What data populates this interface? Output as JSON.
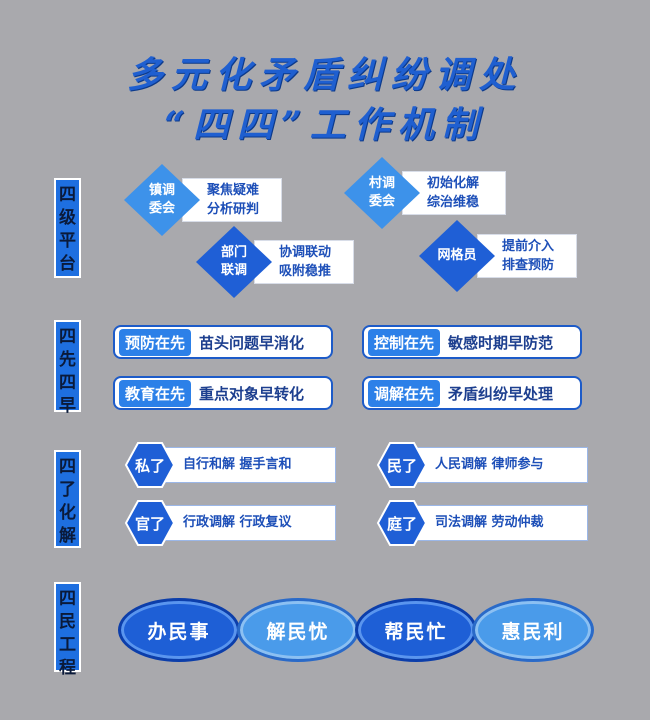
{
  "title": {
    "line1": "多元化矛盾纠纷调处",
    "line2": "“四四”工作机制"
  },
  "sections": {
    "platform": {
      "label": "四级平台",
      "items": [
        {
          "tag_line1": "镇调",
          "tag_line2": "委会",
          "text_line1": "聚焦疑难",
          "text_line2": "分析研判"
        },
        {
          "tag_line1": "村调",
          "tag_line2": "委会",
          "text_line1": "初始化解",
          "text_line2": "综治维稳"
        },
        {
          "tag_line1": "部门",
          "tag_line2": "联调",
          "text_line1": "协调联动",
          "text_line2": "吸附稳推"
        },
        {
          "tag_line1": "网格员",
          "tag_line2": "",
          "text_line1": "提前介入",
          "text_line2": "排查预防"
        }
      ]
    },
    "four_first": {
      "label": "四先四早",
      "items": [
        {
          "tag": "预防在先",
          "text": "苗头问题早消化"
        },
        {
          "tag": "控制在先",
          "text": "敏感时期早防范"
        },
        {
          "tag": "教育在先",
          "text": "重点对象早转化"
        },
        {
          "tag": "调解在先",
          "text": "矛盾纠纷早处理"
        }
      ]
    },
    "resolve": {
      "label": "四了化解",
      "items": [
        {
          "tag": "私了",
          "text": "自行和解   握手言和"
        },
        {
          "tag": "民了",
          "text": "人民调解   律师参与"
        },
        {
          "tag": "官了",
          "text": "行政调解   行政复议"
        },
        {
          "tag": "庭了",
          "text": "司法调解   劳动仲裁"
        }
      ]
    },
    "people": {
      "label": "四民工程",
      "items": [
        "办民事",
        "解民忧",
        "帮民忙",
        "惠民利"
      ]
    }
  },
  "colors": {
    "background": "#a9a9ad",
    "accent": "#1e6fe0",
    "dark_blue": "#1e5fd6",
    "light_blue": "#4a9bea"
  }
}
